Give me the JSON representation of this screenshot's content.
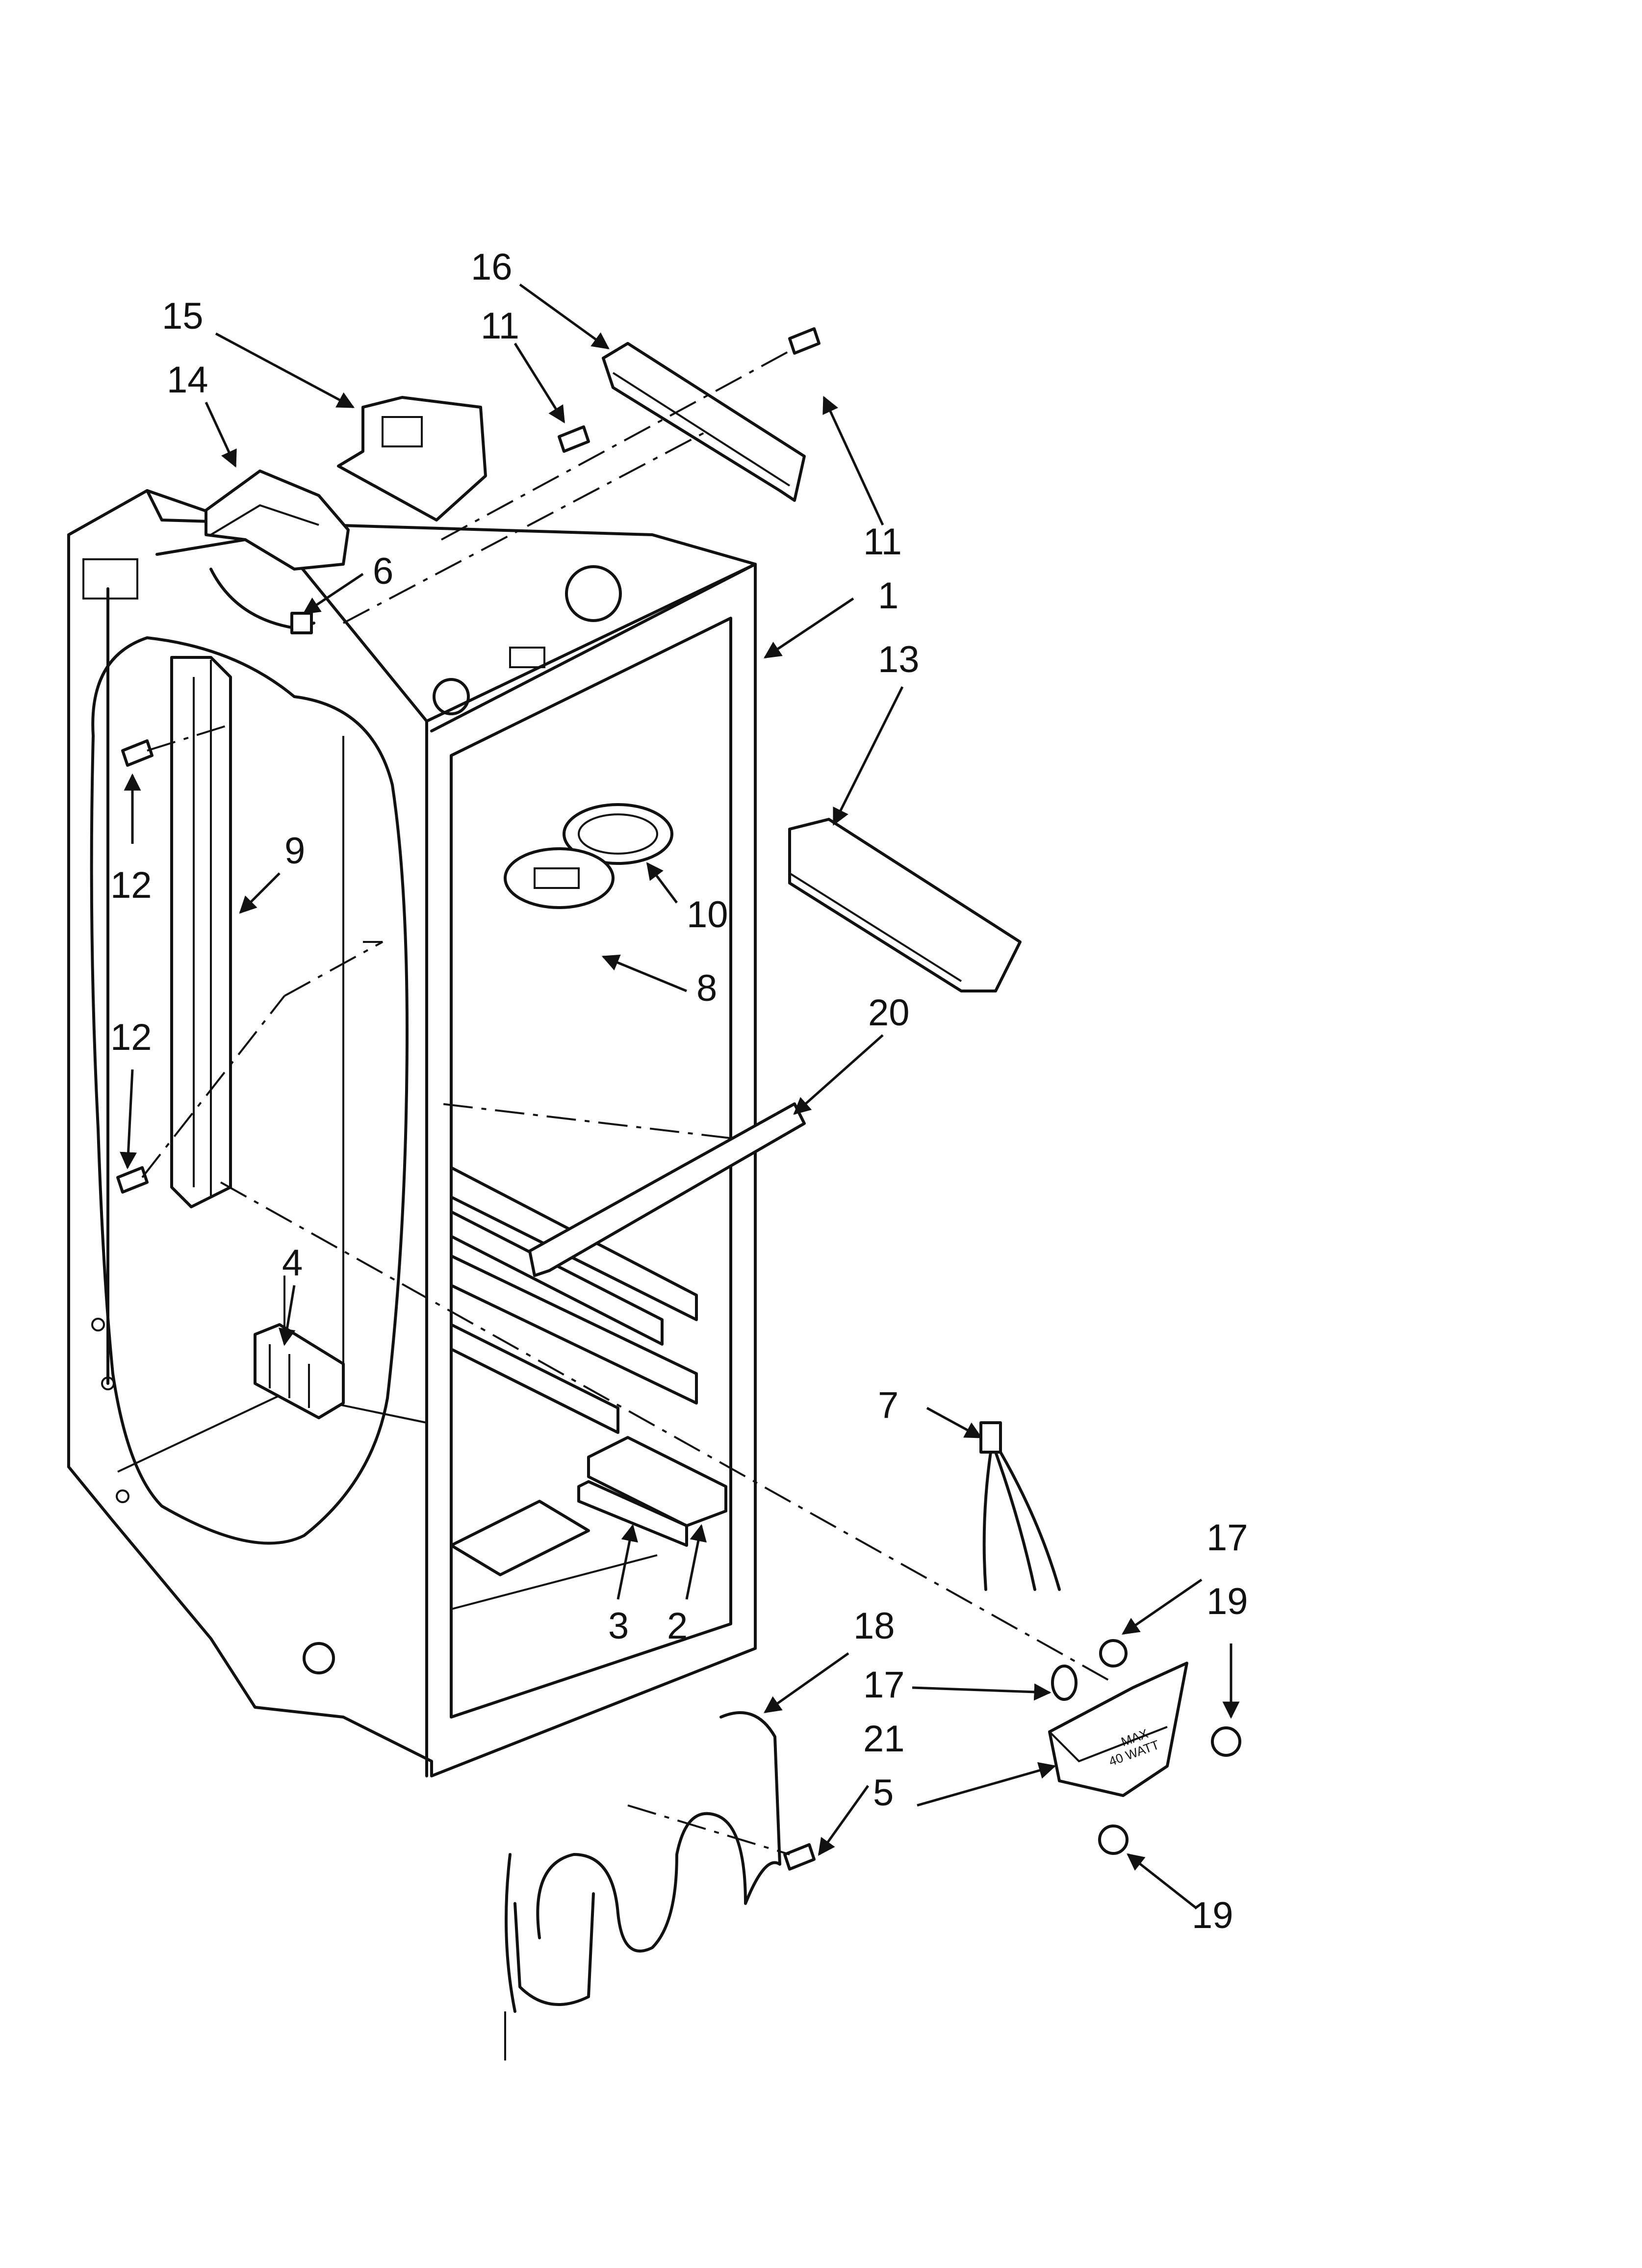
{
  "callouts": [
    {
      "id": "c16",
      "label": "16"
    },
    {
      "id": "c15",
      "label": "15"
    },
    {
      "id": "c11a",
      "label": "11"
    },
    {
      "id": "c14",
      "label": "14"
    },
    {
      "id": "c11b",
      "label": "11"
    },
    {
      "id": "c6",
      "label": "6"
    },
    {
      "id": "c1",
      "label": "1"
    },
    {
      "id": "c13",
      "label": "13"
    },
    {
      "id": "c12a",
      "label": "12"
    },
    {
      "id": "c9",
      "label": "9"
    },
    {
      "id": "c10",
      "label": "10"
    },
    {
      "id": "c8",
      "label": "8"
    },
    {
      "id": "c20",
      "label": "20"
    },
    {
      "id": "c12b",
      "label": "12"
    },
    {
      "id": "c4",
      "label": "4"
    },
    {
      "id": "c7",
      "label": "7"
    },
    {
      "id": "c17a",
      "label": "17"
    },
    {
      "id": "c19a",
      "label": "19"
    },
    {
      "id": "c3",
      "label": "3"
    },
    {
      "id": "c2",
      "label": "2"
    },
    {
      "id": "c18",
      "label": "18"
    },
    {
      "id": "c17b",
      "label": "17"
    },
    {
      "id": "c21",
      "label": "21"
    },
    {
      "id": "c5",
      "label": "5"
    },
    {
      "id": "c19b",
      "label": "19"
    }
  ],
  "lamp_socket_marking": {
    "line1": "MAX",
    "line2": "40 WATT"
  }
}
